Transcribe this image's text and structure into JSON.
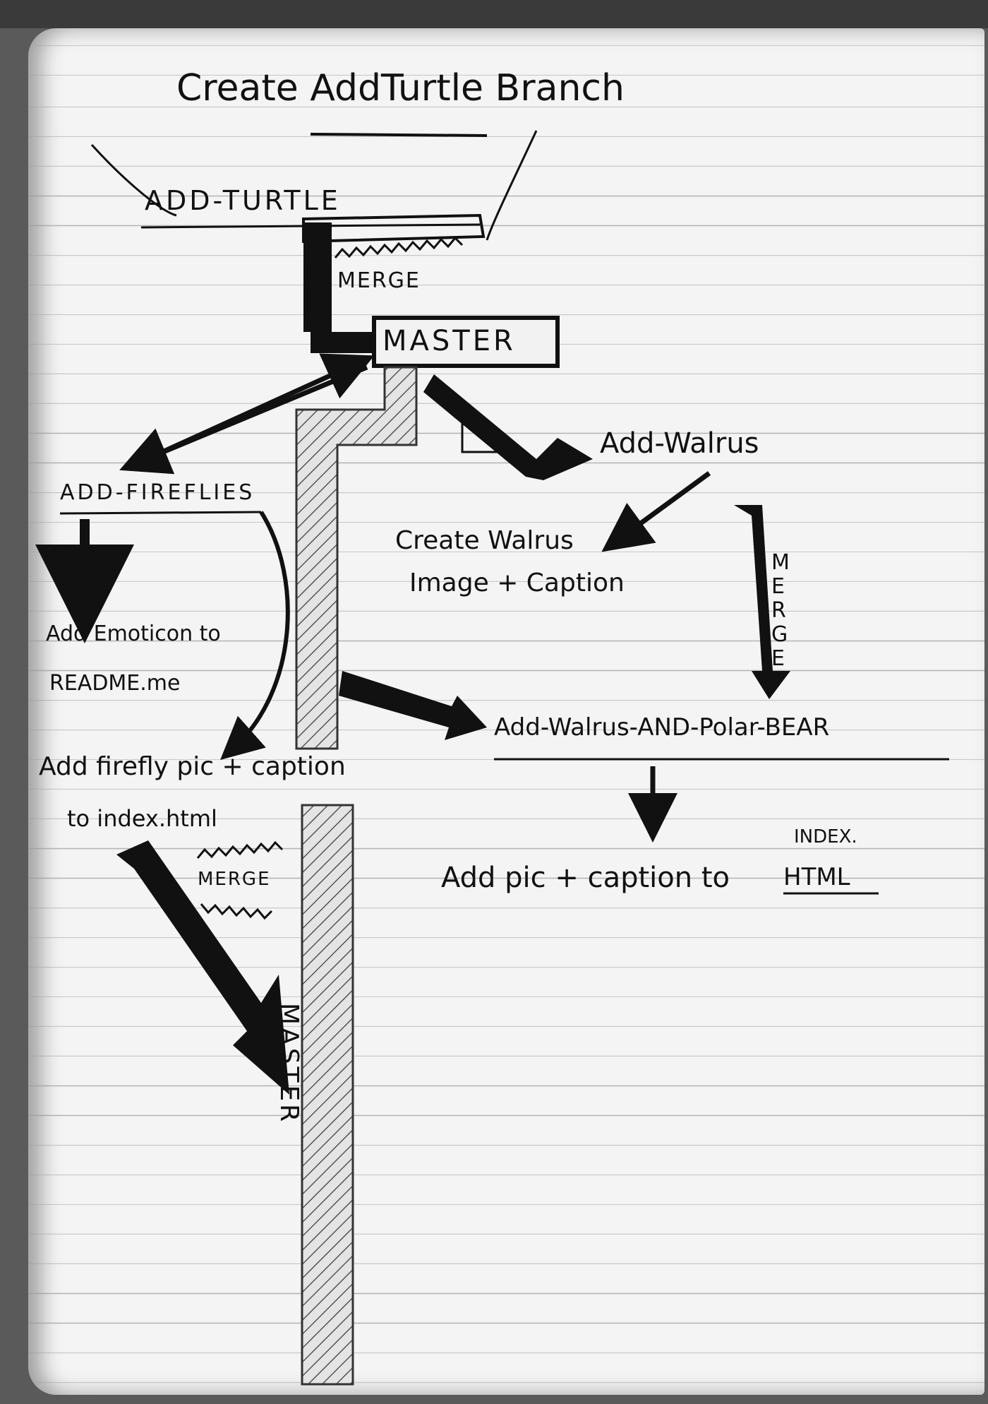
{
  "title": "Create AddTurtle Branch",
  "branches": {
    "add_turtle": "ADD-TURTLE",
    "master_top": "MASTER",
    "add_fireflies": "ADD-FIREFLIES",
    "add_walrus": "Add-Walrus",
    "add_walrus_and_polar_bear": "Add-Walrus-AND-Polar-BEAR",
    "master_bottom": "MASTER"
  },
  "merge_labels": {
    "top": "MERGE",
    "right": "MERGE",
    "bottom": "MERGE"
  },
  "notes": {
    "create_walrus_line1": "Create Walrus",
    "create_walrus_line2": "Image + Caption",
    "emoticon_line1": "Add Emoticon to",
    "emoticon_line2": "README.me",
    "firefly_line1": "Add firefly pic + caption",
    "firefly_line2": "to index.html",
    "walrus_pic_line1": "Add pic + caption to",
    "walrus_pic_index": "INDEX.",
    "walrus_pic_html": "HTML"
  }
}
